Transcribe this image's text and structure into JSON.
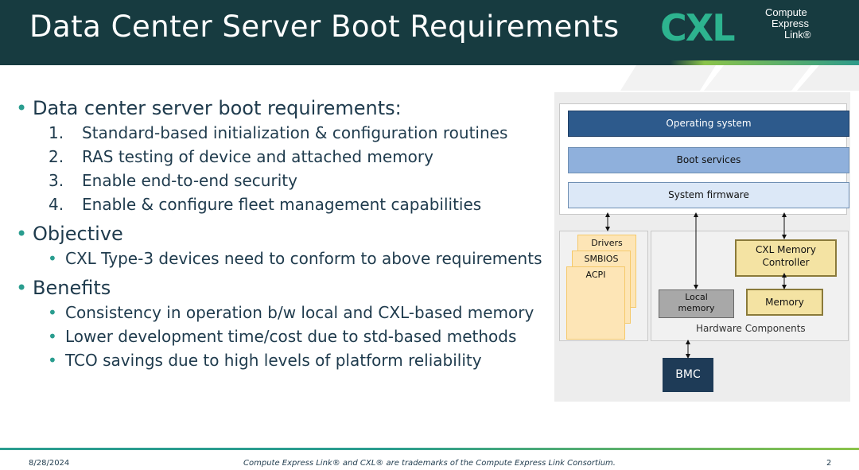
{
  "header": {
    "title": "Data Center Server Boot Requirements",
    "logo_mark": "CXL",
    "logo_lines": [
      "Compute",
      "Express",
      "Link®"
    ]
  },
  "bullets": [
    {
      "text": "Data center server boot requirements:",
      "numbered": [
        {
          "num": "1.",
          "text": "Standard-based initialization & configuration routines"
        },
        {
          "num": "2.",
          "text": "RAS testing of device and attached memory"
        },
        {
          "num": "3.",
          "text": "Enable end-to-end security"
        },
        {
          "num": "4.",
          "text": "Enable & configure fleet management capabilities"
        }
      ]
    },
    {
      "text": "Objective",
      "subs": [
        "CXL Type-3 devices need to conform to above requirements"
      ]
    },
    {
      "text": "Benefits",
      "subs": [
        "Consistency in operation b/w local and CXL-based memory",
        "Lower development time/cost due to std-based methods",
        "TCO savings due to high levels of platform reliability"
      ]
    }
  ],
  "diagram": {
    "os": "Operating system",
    "boot": "Boot services",
    "firmware": "System firmware",
    "drivers": "Drivers",
    "smbios": "SMBIOS",
    "acpi": "ACPI",
    "local_memory_1": "Local",
    "local_memory_2": "memory",
    "cxl_ctrl_1": "CXL Memory",
    "cxl_ctrl_2": "Controller",
    "memory": "Memory",
    "hw_label": "Hardware Components",
    "bmc": "BMC",
    "colors": {
      "os": "#2d5a8c",
      "boot": "#8fb0dc",
      "firmware": "#dce8f7"
    }
  },
  "footer": {
    "date": "8/28/2024",
    "trademark": "Compute Express Link® and CXL® are trademarks of the Compute Express Link Consortium.",
    "page": "2"
  }
}
